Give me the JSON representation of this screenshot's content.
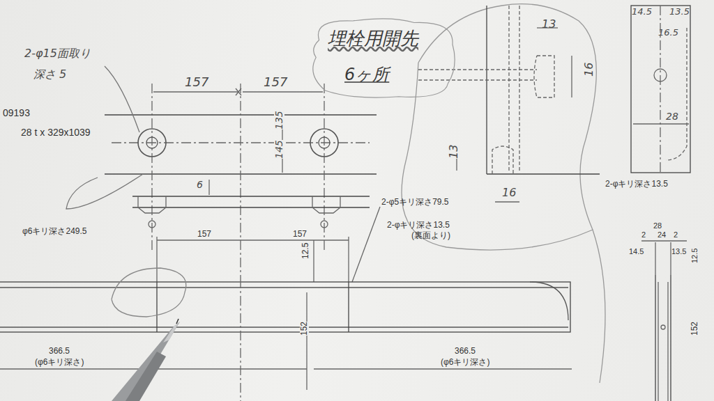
{
  "diagram": {
    "nodes": [
      {
        "text": [
          "埋栓用開先",
          "6ヶ所"
        ]
      }
    ],
    "labels": [
      "2-φ15面取り",
      "深さ 5",
      "09193",
      "28 t x 329x1039",
      "157",
      "157",
      "135",
      "145",
      "6",
      "13",
      "16",
      "13",
      "16",
      "14.5",
      "13.5",
      "16.5",
      "28",
      "2-φキリ深さ13.5",
      "2-φ5キリ深さ79.5",
      "2-φキリ深さ13.5",
      "(裏面より)",
      "φ6キリ深さ249.5",
      "157",
      "157",
      "12.5",
      "28",
      "2",
      "24",
      "2",
      "14.5",
      "13.5",
      "12.5",
      "366.5",
      "(φ6キリ深さ)",
      "366.5",
      "(φ6キリ深さ)",
      "152",
      "152"
    ]
  }
}
